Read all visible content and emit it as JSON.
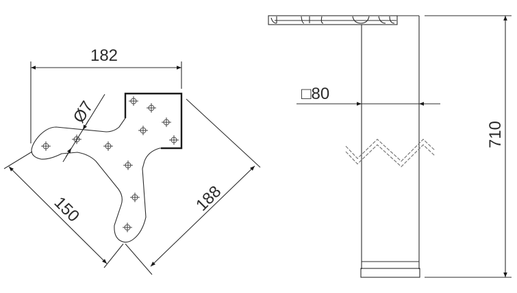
{
  "top_view": {
    "width_dim": "182",
    "hole_diameter_dim": "Ø7",
    "left_edge_dim": "150",
    "right_edge_dim": "188"
  },
  "side_view": {
    "section_dim": "□80",
    "height_dim": "710"
  },
  "colors": {
    "line": "#2b2b2b",
    "background": "#ffffff"
  }
}
